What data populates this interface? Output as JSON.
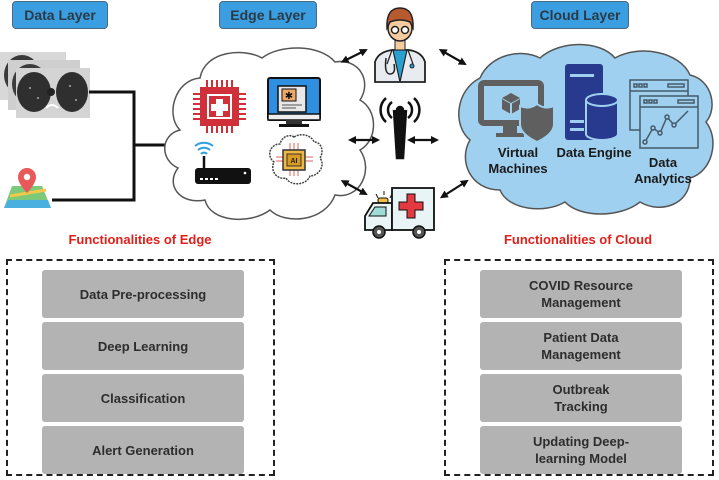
{
  "layers": {
    "data": "Data Layer",
    "edge": "Edge Layer",
    "cloud": "Cloud Layer"
  },
  "data_sources": [
    {
      "icon": "ct-scan-images-icon"
    },
    {
      "icon": "location-map-icon"
    }
  ],
  "edge_devices": [
    {
      "icon": "medical-chip-icon"
    },
    {
      "icon": "medical-monitor-icon"
    },
    {
      "icon": "wifi-router-icon"
    },
    {
      "icon": "ai-chip-icon"
    }
  ],
  "connectors": [
    {
      "icon": "doctor-icon"
    },
    {
      "icon": "antenna-tower-icon"
    },
    {
      "icon": "ambulance-icon"
    }
  ],
  "cloud_services": [
    {
      "label": "Virtual\nMachines",
      "icon": "virtual-machine-icon"
    },
    {
      "label": "Data Engine",
      "icon": "database-server-icon"
    },
    {
      "label": "Data\nAnalytics",
      "icon": "analytics-chart-icon"
    }
  ],
  "edge_functions": {
    "title": "Functionalities of Edge",
    "items": [
      "Data Pre-processing",
      "Deep Learning",
      "Classification",
      "Alert Generation"
    ]
  },
  "cloud_functions": {
    "title": "Functionalities of Cloud",
    "items": [
      "COVID Resource\nManagement",
      "Patient Data\nManagement",
      "Outbreak\nTracking",
      "Updating Deep-\nlearning Model"
    ]
  },
  "colors": {
    "header_blue": "#3a9ee0",
    "cloud_blue": "#9fd0ef",
    "function_title_red": "#e0201a",
    "function_item_gray": "#b3b3b3"
  }
}
